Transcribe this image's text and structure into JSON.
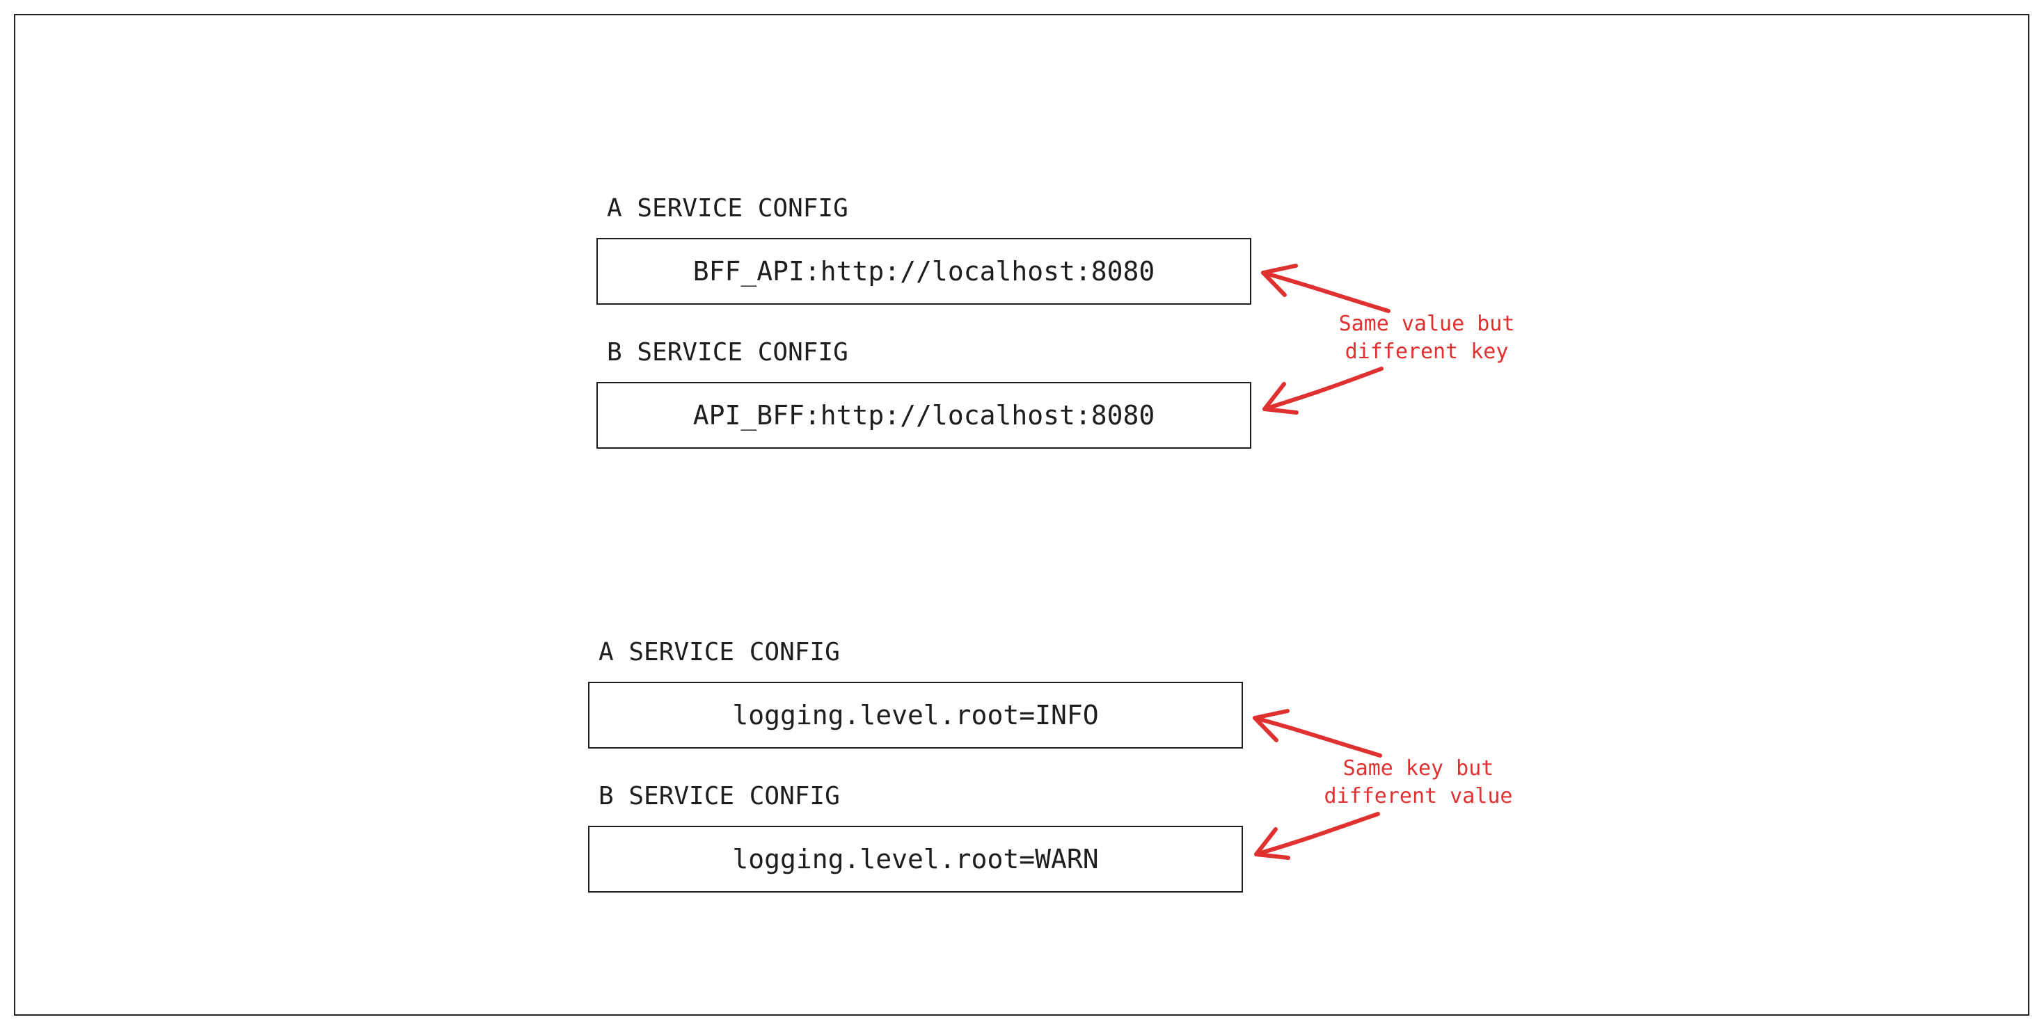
{
  "colors": {
    "ink": "#1e1e1e",
    "annotation": "#e03131"
  },
  "groups": [
    {
      "a_label": "A SERVICE CONFIG",
      "a_value": "BFF_API:http://localhost:8080",
      "b_label": "B SERVICE CONFIG",
      "b_value": "API_BFF:http://localhost:8080",
      "note": [
        "Same value but",
        "different key"
      ]
    },
    {
      "a_label": "A SERVICE CONFIG",
      "a_value": "logging.level.root=INFO",
      "b_label": "B SERVICE CONFIG",
      "b_value": "logging.level.root=WARN",
      "note": [
        "Same key but",
        "different value"
      ]
    }
  ]
}
